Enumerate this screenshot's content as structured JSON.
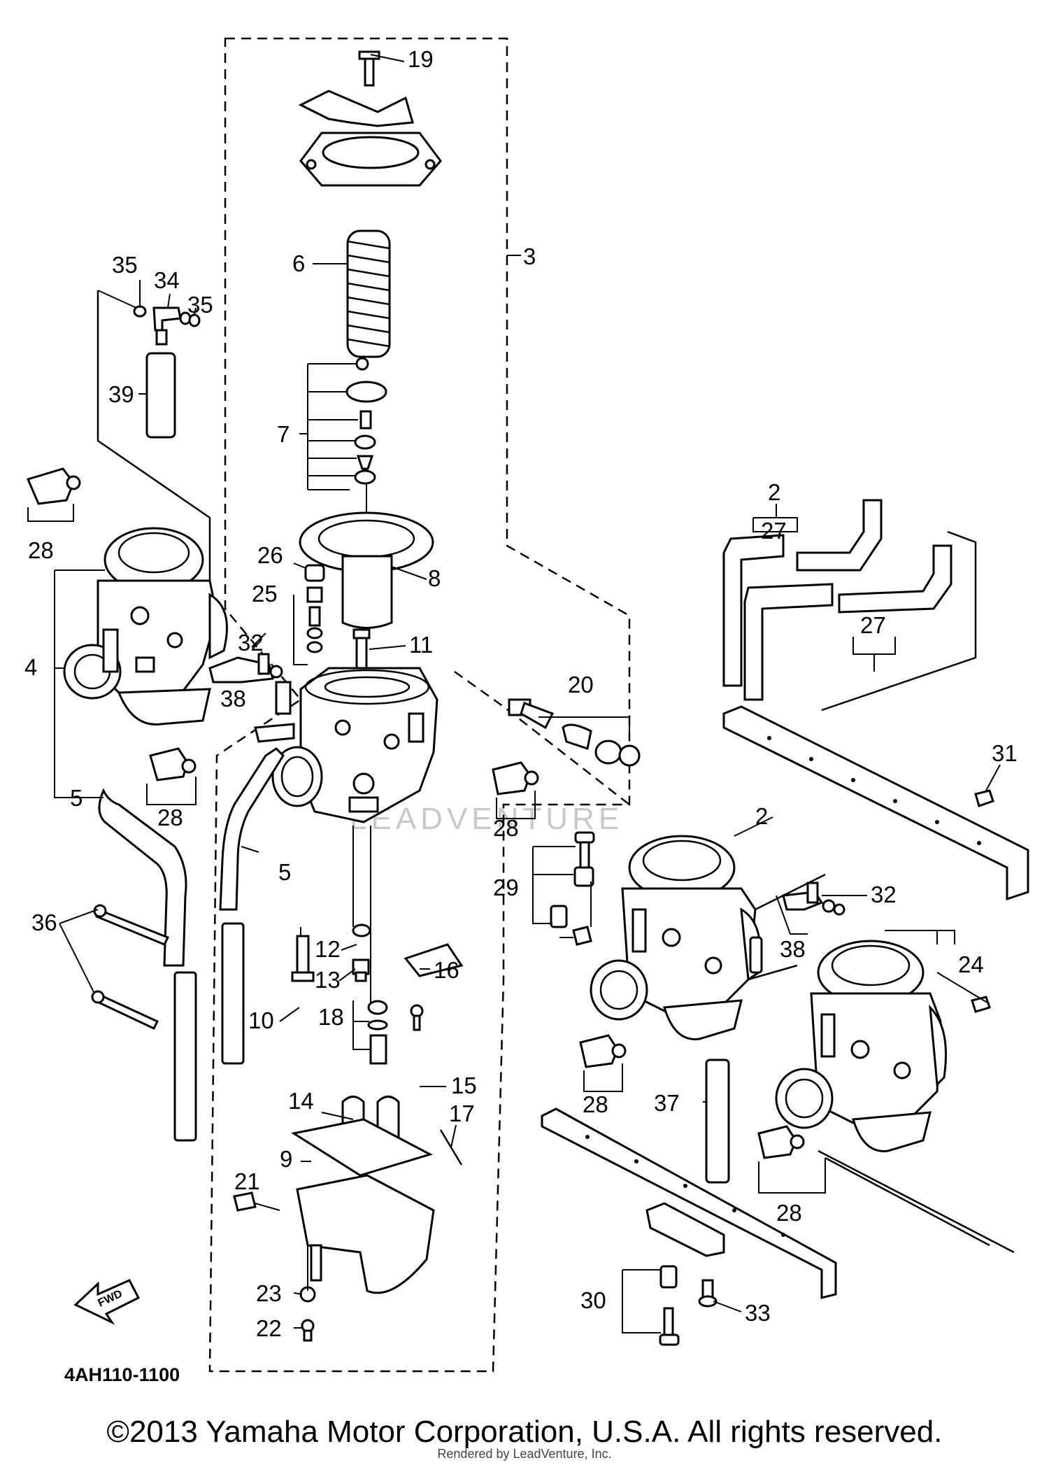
{
  "diagram": {
    "code": "4AH110-1100",
    "copyright": "©2013 Yamaha Motor Corporation, U.S.A. All rights reserved.",
    "rendered_by": "Rendered by LeadVenture, Inc.",
    "watermark": "LEADVENTURE",
    "fwd_label": "FWD",
    "labels": [
      {
        "id": "19",
        "text": "19"
      },
      {
        "id": "6",
        "text": "6"
      },
      {
        "id": "3",
        "text": "3"
      },
      {
        "id": "35a",
        "text": "35"
      },
      {
        "id": "34",
        "text": "34"
      },
      {
        "id": "35b",
        "text": "35"
      },
      {
        "id": "39",
        "text": "39"
      },
      {
        "id": "7",
        "text": "7"
      },
      {
        "id": "2a",
        "text": "2"
      },
      {
        "id": "27a",
        "text": "27"
      },
      {
        "id": "28a",
        "text": "28"
      },
      {
        "id": "26",
        "text": "26"
      },
      {
        "id": "8",
        "text": "8"
      },
      {
        "id": "25",
        "text": "25"
      },
      {
        "id": "27b",
        "text": "27"
      },
      {
        "id": "4",
        "text": "4"
      },
      {
        "id": "32a",
        "text": "32"
      },
      {
        "id": "11",
        "text": "11"
      },
      {
        "id": "20",
        "text": "20"
      },
      {
        "id": "38a",
        "text": "38"
      },
      {
        "id": "31",
        "text": "31"
      },
      {
        "id": "5a",
        "text": "5"
      },
      {
        "id": "28b",
        "text": "28"
      },
      {
        "id": "28c",
        "text": "28"
      },
      {
        "id": "2b",
        "text": "2"
      },
      {
        "id": "5b",
        "text": "5"
      },
      {
        "id": "29",
        "text": "29"
      },
      {
        "id": "32b",
        "text": "32"
      },
      {
        "id": "36",
        "text": "36"
      },
      {
        "id": "12",
        "text": "12"
      },
      {
        "id": "38b",
        "text": "38"
      },
      {
        "id": "24",
        "text": "24"
      },
      {
        "id": "13",
        "text": "13"
      },
      {
        "id": "10",
        "text": "10"
      },
      {
        "id": "18",
        "text": "18"
      },
      {
        "id": "16",
        "text": "16"
      },
      {
        "id": "15",
        "text": "15"
      },
      {
        "id": "28d",
        "text": "28"
      },
      {
        "id": "37",
        "text": "37"
      },
      {
        "id": "14",
        "text": "14"
      },
      {
        "id": "17",
        "text": "17"
      },
      {
        "id": "9",
        "text": "9"
      },
      {
        "id": "21",
        "text": "21"
      },
      {
        "id": "28e",
        "text": "28"
      },
      {
        "id": "23",
        "text": "23"
      },
      {
        "id": "30",
        "text": "30"
      },
      {
        "id": "33",
        "text": "33"
      },
      {
        "id": "22",
        "text": "22"
      }
    ]
  }
}
